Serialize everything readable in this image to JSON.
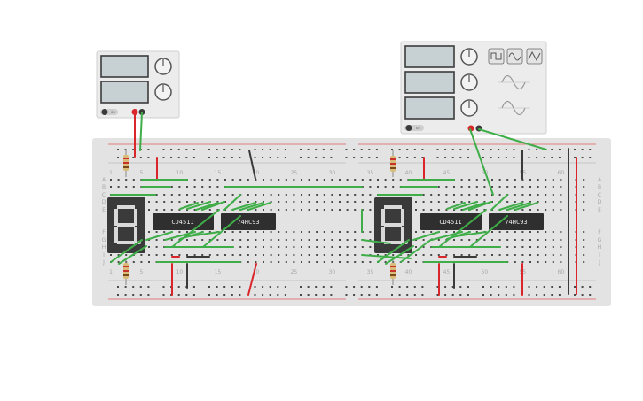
{
  "breadboard": {
    "column_numbers": [
      "1",
      "5",
      "10",
      "15",
      "20",
      "25",
      "30",
      "35",
      "40",
      "45",
      "50",
      "55",
      "60"
    ],
    "row_letters_top": [
      "A",
      "B",
      "C",
      "D",
      "E"
    ],
    "row_letters_bottom": [
      "F",
      "G",
      "H",
      "I",
      "J"
    ]
  },
  "chips": [
    {
      "label": "CD4511"
    },
    {
      "label": "74HC93"
    },
    {
      "label": "CD4511"
    },
    {
      "label": "74HC93"
    }
  ],
  "power_supply": {
    "on_label": "on"
  },
  "function_generator": {
    "on_label": "on"
  },
  "colors": {
    "wire_green": "#3fae49",
    "wire_red": "#d8262b",
    "wire_black": "#3a3a3a",
    "board": "#e3e3e3",
    "chip": "#2f2f2f"
  }
}
